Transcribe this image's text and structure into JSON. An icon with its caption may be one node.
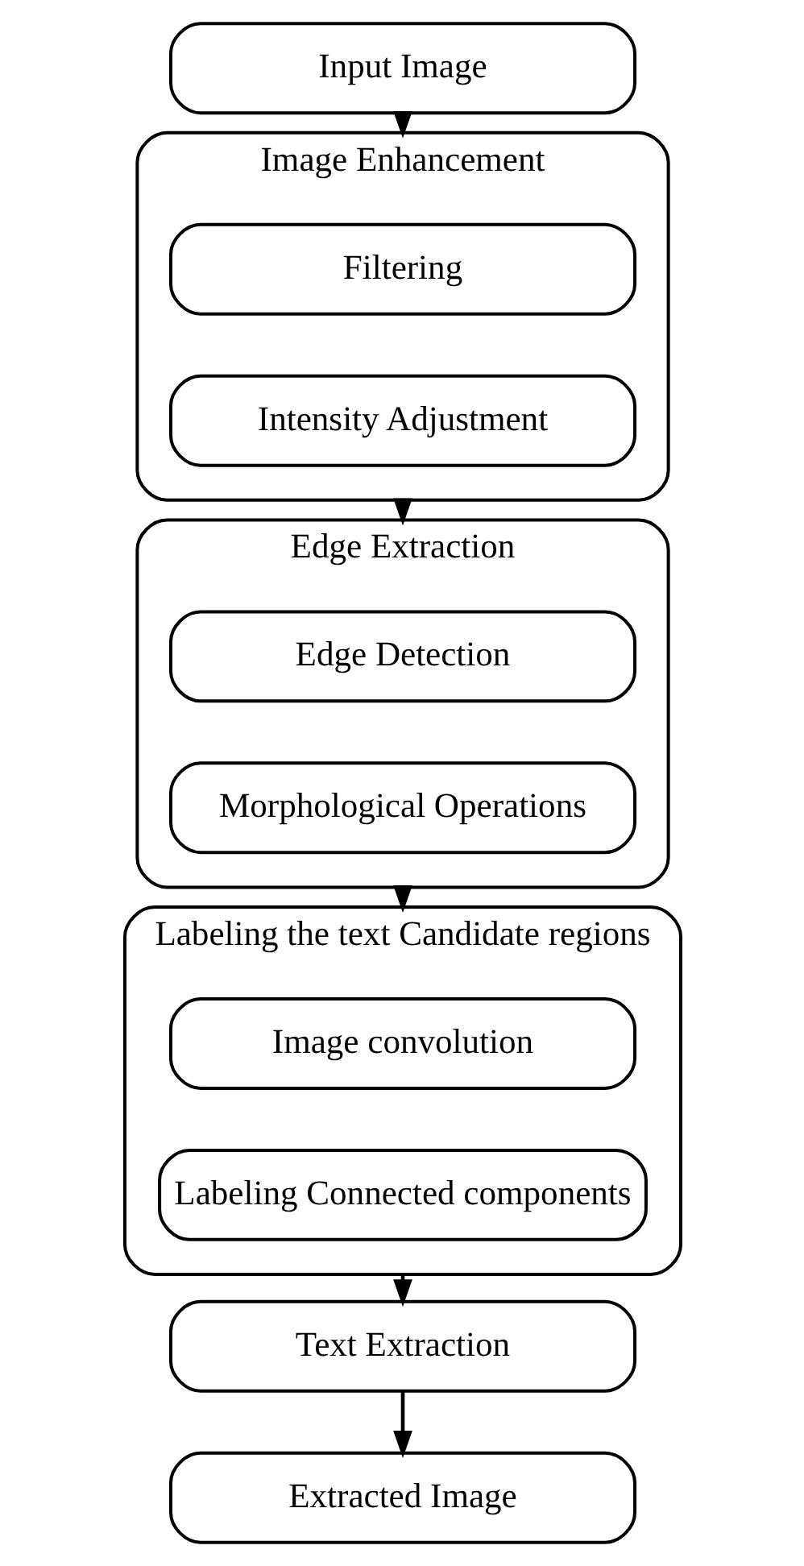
{
  "diagram": {
    "nodes": [
      {
        "text": [
          "Input Image"
        ]
      },
      {
        "text": [
          "Image Enhancement"
        ]
      },
      {
        "text": [
          "Filtering"
        ],
        "in": 1
      },
      {
        "text": [
          "Intensity Adjustment"
        ],
        "in": 1
      },
      {
        "text": [
          "Edge Extraction"
        ]
      },
      {
        "text": [
          "Edge Detection"
        ],
        "in": 4
      },
      {
        "text": [
          "Morphological Operations"
        ],
        "in": 4
      },
      {
        "text": [
          "Labeling the text Candidate regions"
        ]
      },
      {
        "text": [
          "Image convolution"
        ],
        "in": 7
      },
      {
        "text": [
          "Labeling Connected components"
        ],
        "in": 7
      },
      {
        "text": [
          "Text Extraction"
        ]
      },
      {
        "text": [
          "Extracted Image"
        ]
      }
    ],
    "edges": [
      {
        "from": 0,
        "to": 1,
        "arrow": "to"
      },
      {
        "from": 1,
        "to": 4,
        "arrow": "to"
      },
      {
        "from": 4,
        "to": 7,
        "arrow": "to"
      },
      {
        "from": 7,
        "to": 10,
        "arrow": "to"
      },
      {
        "from": 10,
        "to": 11,
        "arrow": "to"
      }
    ]
  }
}
